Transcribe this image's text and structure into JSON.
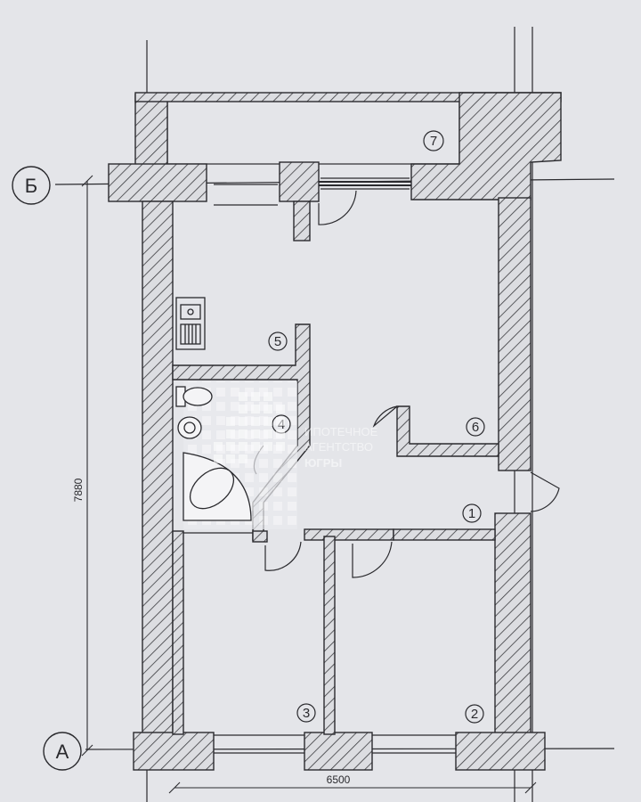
{
  "axes": {
    "top": "Б",
    "bottom": "А"
  },
  "dimensions": {
    "vertical": "7880",
    "horizontal": "6500"
  },
  "rooms": [
    "1",
    "2",
    "3",
    "4",
    "5",
    "6",
    "7"
  ],
  "watermark": {
    "line1": "ИПОТЕЧНОЕ",
    "line2": "АГЕНТСТВО",
    "line3": "ЮГРЫ"
  },
  "colors": {
    "paper": "#e4e5e9",
    "ink": "#2a2a2e",
    "hatch": "#3a3a3e"
  }
}
